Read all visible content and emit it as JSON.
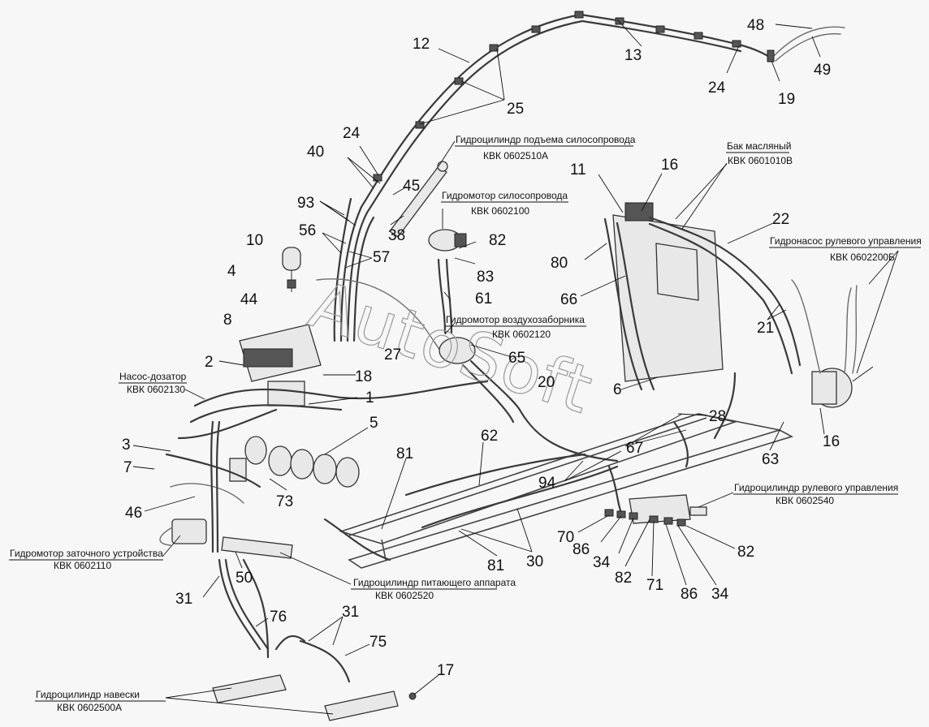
{
  "watermark": "AutoSoft",
  "callouts": [
    "12",
    "13",
    "48",
    "49",
    "24",
    "19",
    "25",
    "24",
    "40",
    "45",
    "11",
    "16",
    "93",
    "56",
    "57",
    "38",
    "10",
    "82",
    "83",
    "4",
    "61",
    "80",
    "22",
    "66",
    "44",
    "8",
    "21",
    "27",
    "65",
    "2",
    "18",
    "20",
    "6",
    "1",
    "28",
    "3",
    "7",
    "5",
    "62",
    "67",
    "16",
    "63",
    "94",
    "81",
    "73",
    "46",
    "70",
    "86",
    "34",
    "82",
    "71",
    "86",
    "34",
    "82",
    "81",
    "30",
    "50",
    "31",
    "76",
    "31",
    "75",
    "17"
  ],
  "captions": [
    {
      "name": "Гидроцилиндр подъема силосопровода",
      "code": "КВК 0602510А"
    },
    {
      "name": "Гидромотор силосопровода",
      "code": "КВК 0602100"
    },
    {
      "name": "Бак масляный",
      "code": "КВК 0601010В"
    },
    {
      "name": "Гидронасос рулевого управления",
      "code": "КВК 0602200Б"
    },
    {
      "name": "Гидромотор воздухозаборника",
      "code": "КВК 0602120"
    },
    {
      "name": "Насос-дозатор",
      "code": "КВК 0602130"
    },
    {
      "name": "Гидроцилиндр рулевого управления",
      "code": "КВК 0602540"
    },
    {
      "name": "Гидромотор заточного устройства",
      "code": "КВК 0602110"
    },
    {
      "name": "Гидроцилиндр питающего аппарата",
      "code": "КВК 0602520"
    },
    {
      "name": "Гидроцилиндр навески",
      "code": "КВК 0602500А"
    }
  ]
}
